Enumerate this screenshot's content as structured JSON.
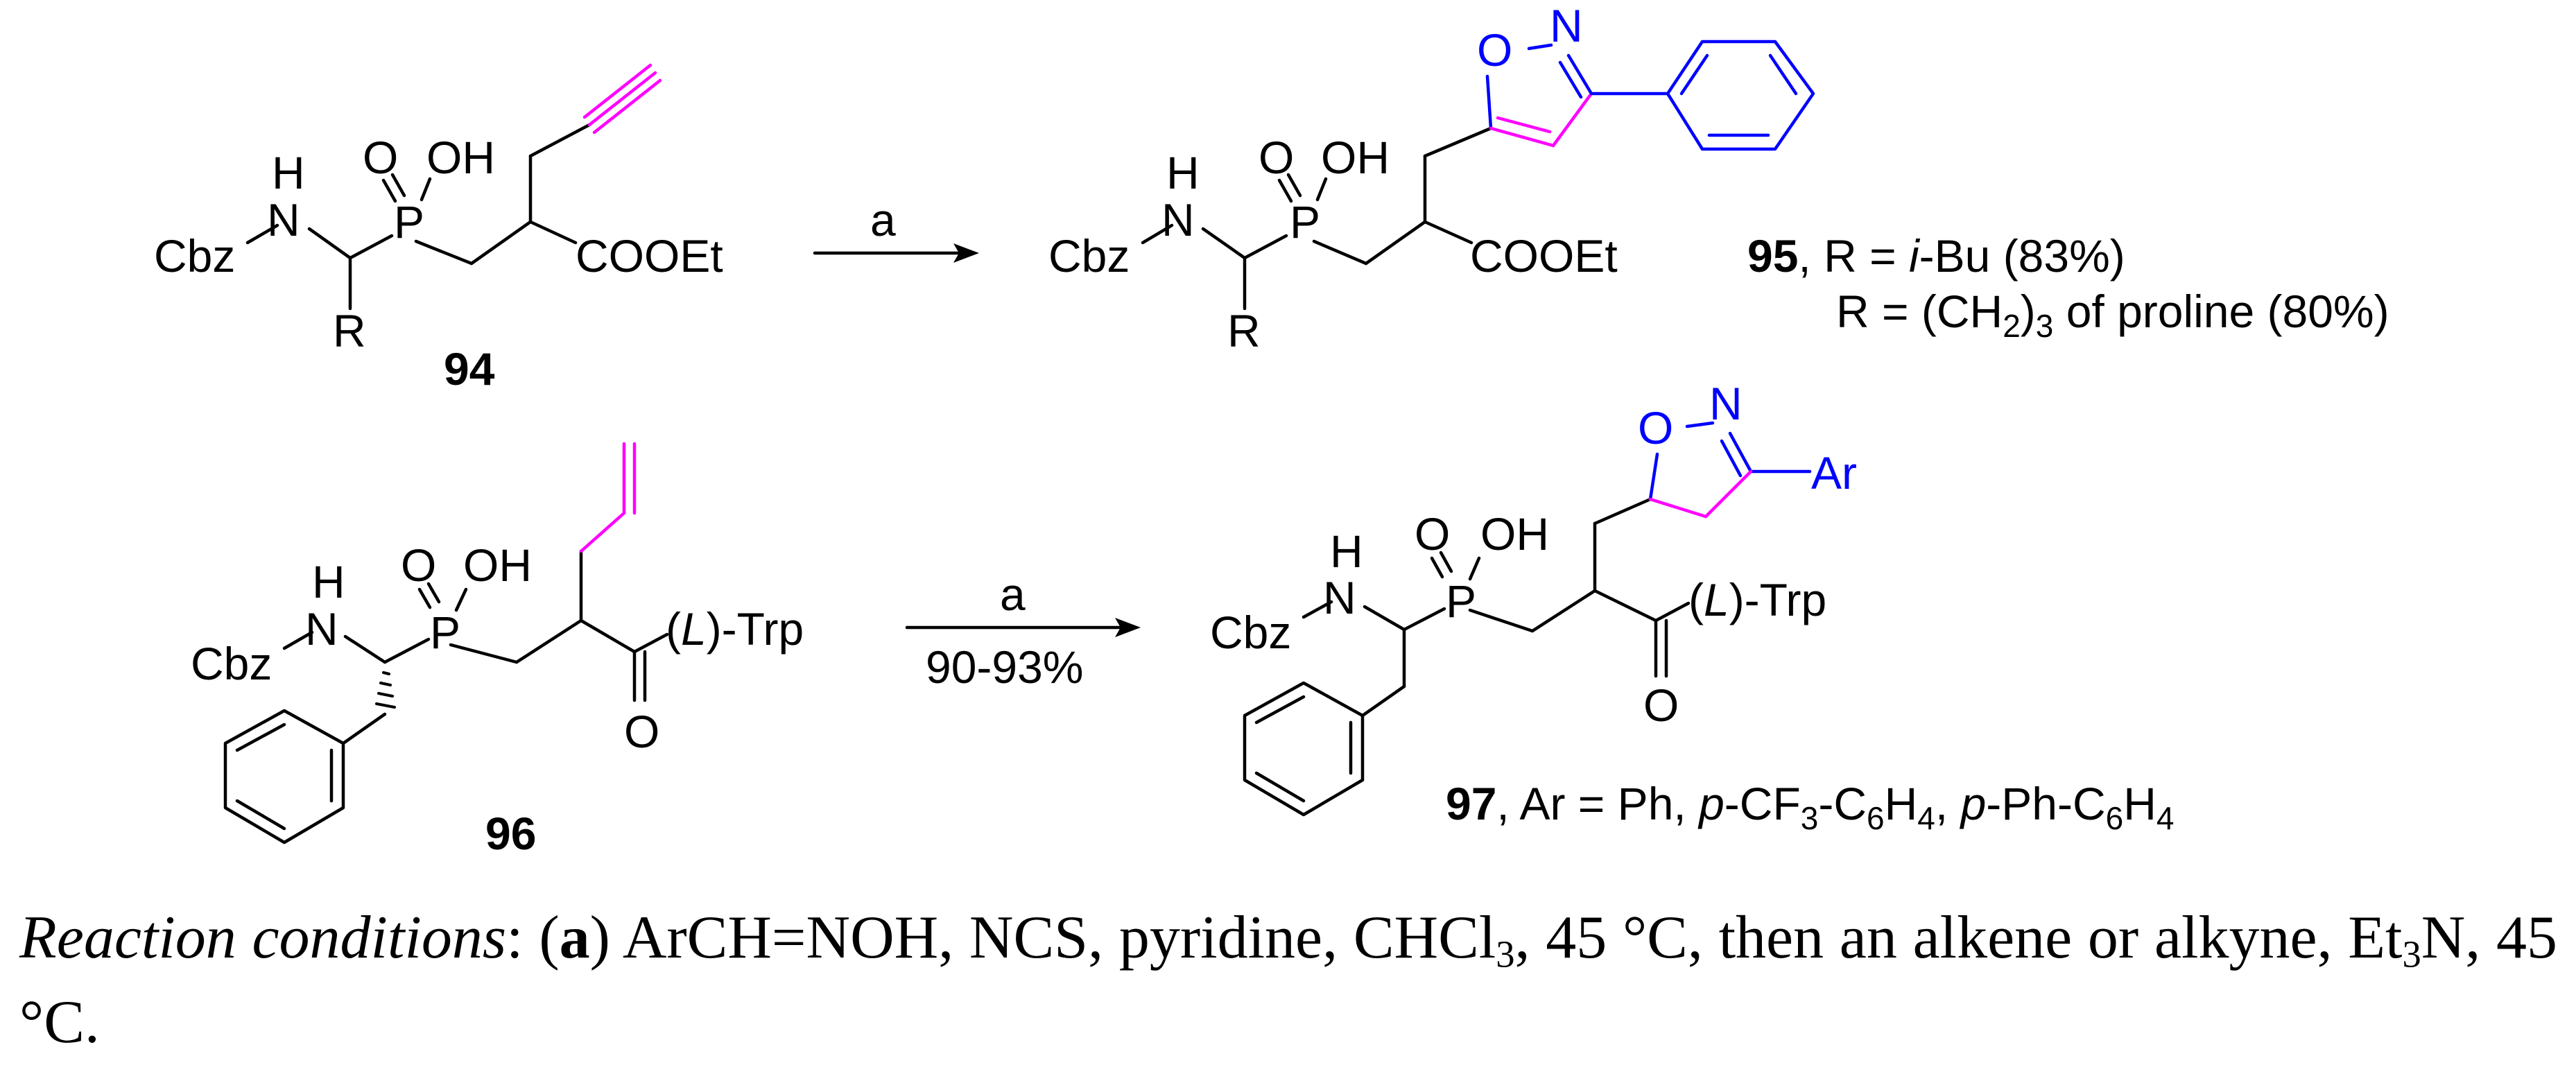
{
  "compounds": {
    "c94": {
      "number": "94",
      "cbz": "Cbz",
      "nh_n": "N",
      "nh_h": "H",
      "phos_o": "O",
      "phos_p": "P",
      "phos_oh": "OH",
      "ester": "COOEt",
      "r": "R"
    },
    "c95": {
      "number": "95",
      "cbz": "Cbz",
      "nh_n": "N",
      "nh_h": "H",
      "phos_o": "O",
      "phos_p": "P",
      "phos_oh": "OH",
      "ester": "COOEt",
      "r": "R",
      "ring_o": "O",
      "ring_n": "N",
      "caption_line1": ", R = i-Bu (83%)",
      "caption_line2": "R = (CH2)3 of proline (80%)"
    },
    "c96": {
      "number": "96",
      "cbz": "Cbz",
      "nh_n": "N",
      "nh_h": "H",
      "phos_o": "O",
      "phos_p": "P",
      "phos_oh": "OH",
      "amide_suffix": "(L)-Trp",
      "carbonyl_o": "O"
    },
    "c97": {
      "number": "97",
      "cbz": "Cbz",
      "nh_n": "N",
      "nh_h": "H",
      "phos_o": "O",
      "phos_p": "P",
      "phos_oh": "OH",
      "amide_suffix": "(L)-Trp",
      "carbonyl_o": "O",
      "ring_o": "O",
      "ring_n": "N",
      "ring_ar": "Ar",
      "caption": ", Ar = Ph, p-CF3-C6H4, p-Ph-C6H4"
    }
  },
  "arrows": {
    "top": {
      "reagent": "a",
      "yield": ""
    },
    "bottom": {
      "reagent": "a",
      "yield": "90-93%"
    }
  },
  "conditions": {
    "label": "Reaction conditions",
    "step": "a",
    "text": "ArCH=NOH, NCS, pyridine, CHCl3, 45 °C, then an alkene or alkyne, Et3N, 45 °C."
  },
  "colors": {
    "bond": "#000000",
    "new_bond": "#ff00ff",
    "dipole": "#0000ff"
  }
}
